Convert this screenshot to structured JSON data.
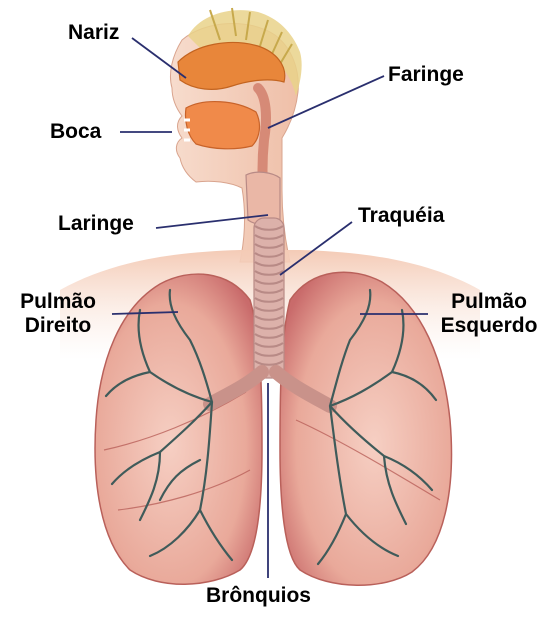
{
  "labels": {
    "nariz": "Nariz",
    "faringe": "Faringe",
    "boca": "Boca",
    "laringe": "Laringe",
    "traqueia": "Traquéia",
    "pulmao_direito_line1": "Pulmão",
    "pulmao_direito_line2": "Direito",
    "pulmao_esquerdo_line1": "Pulmão",
    "pulmao_esquerdo_line2": "Esquerdo",
    "bronquios": "Brônquios"
  },
  "colors": {
    "leader_line": "#2a2f6e",
    "skin": "#f3c7b2",
    "lung": "#e9a99a",
    "lung_dark": "#c96b6b",
    "nasal": "#e8863a",
    "airway": "#d8a8a0",
    "trachea_ring": "#b88a86",
    "bronchial_tree": "#3f5b5a",
    "hair": "#e9d28a"
  }
}
